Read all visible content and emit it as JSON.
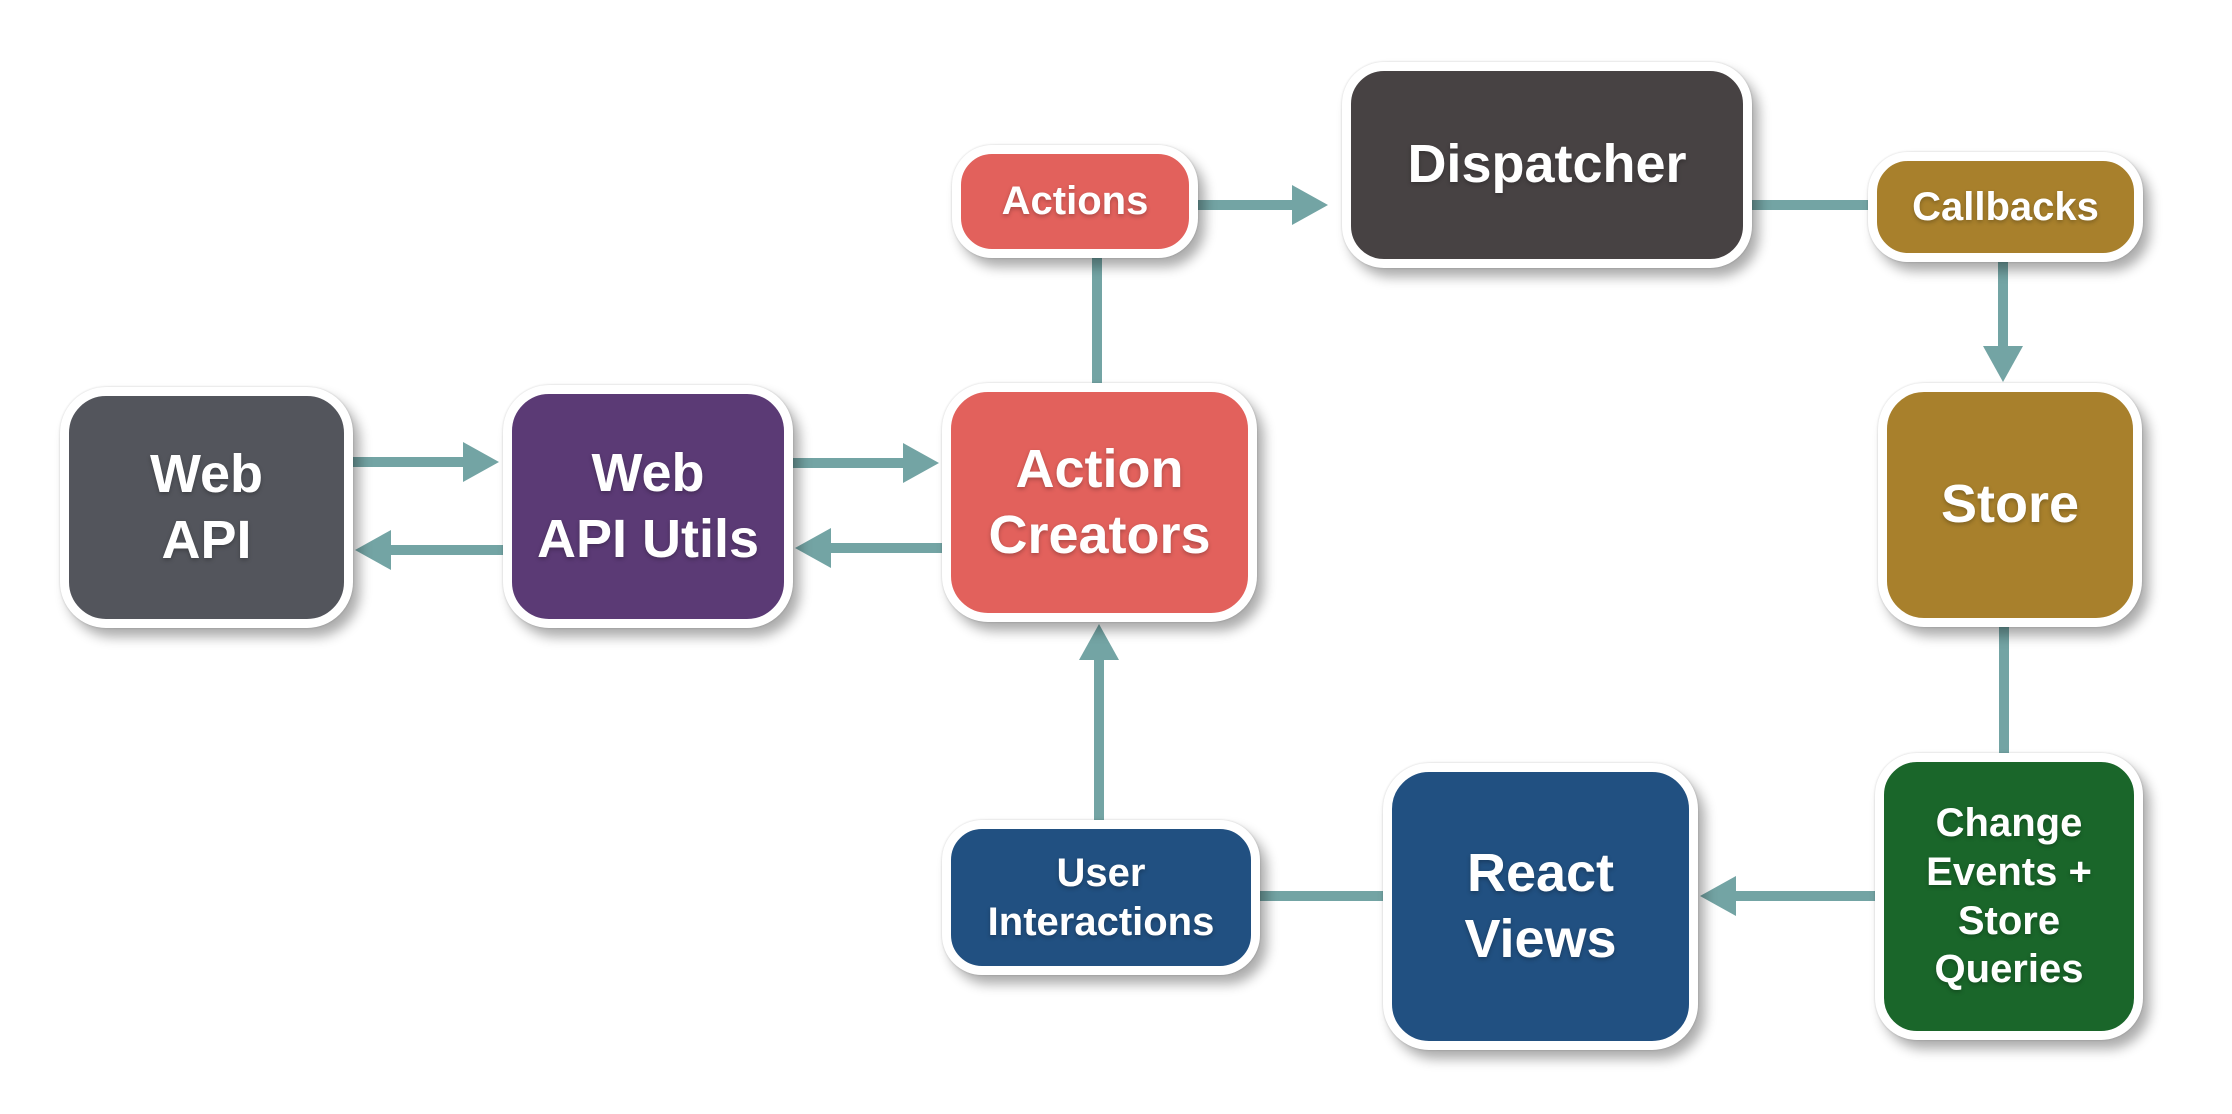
{
  "colors": {
    "background": "#ffffff",
    "connector": "#73a4a4",
    "node_border": "#ffffff",
    "label_text": "#ffffff"
  },
  "nodes": {
    "web_api": {
      "label": "Web\nAPI",
      "color": "#53555c"
    },
    "web_api_utils": {
      "label": "Web\nAPI Utils",
      "color": "#5b3a75"
    },
    "action_creators": {
      "label": "Action\nCreators",
      "color": "#e2615c"
    },
    "actions": {
      "label": "Actions",
      "color": "#e2615c"
    },
    "dispatcher": {
      "label": "Dispatcher",
      "color": "#474243"
    },
    "callbacks": {
      "label": "Callbacks",
      "color": "#a8802c"
    },
    "store": {
      "label": "Store",
      "color": "#a8802c"
    },
    "change_events": {
      "label": "Change\nEvents +\nStore\nQueries",
      "color": "#1a662a"
    },
    "react_views": {
      "label": "React\nViews",
      "color": "#215081"
    },
    "user_interactions": {
      "label": "User\nInteractions",
      "color": "#215081"
    }
  },
  "edges": [
    {
      "from": "Actions",
      "to": "Dispatcher",
      "arrowhead": true
    },
    {
      "from": "Dispatcher",
      "to": "Callbacks",
      "arrowhead": false
    },
    {
      "from": "Callbacks",
      "to": "Store",
      "arrowhead": true
    },
    {
      "from": "Store",
      "to": "Change Events + Store Queries",
      "arrowhead": false
    },
    {
      "from": "Change Events + Store Queries",
      "to": "React Views",
      "arrowhead": true
    },
    {
      "from": "React Views",
      "to": "User Interactions",
      "arrowhead": false
    },
    {
      "from": "User Interactions",
      "to": "Action Creators",
      "arrowhead": true
    },
    {
      "from": "Action Creators",
      "to": "Actions",
      "arrowhead": false
    },
    {
      "from": "Web API",
      "to": "Web API Utils",
      "arrowhead": true
    },
    {
      "from": "Web API Utils",
      "to": "Web API",
      "arrowhead": true
    },
    {
      "from": "Web API Utils",
      "to": "Action Creators",
      "arrowhead": true
    },
    {
      "from": "Action Creators",
      "to": "Web API Utils",
      "arrowhead": true
    }
  ]
}
